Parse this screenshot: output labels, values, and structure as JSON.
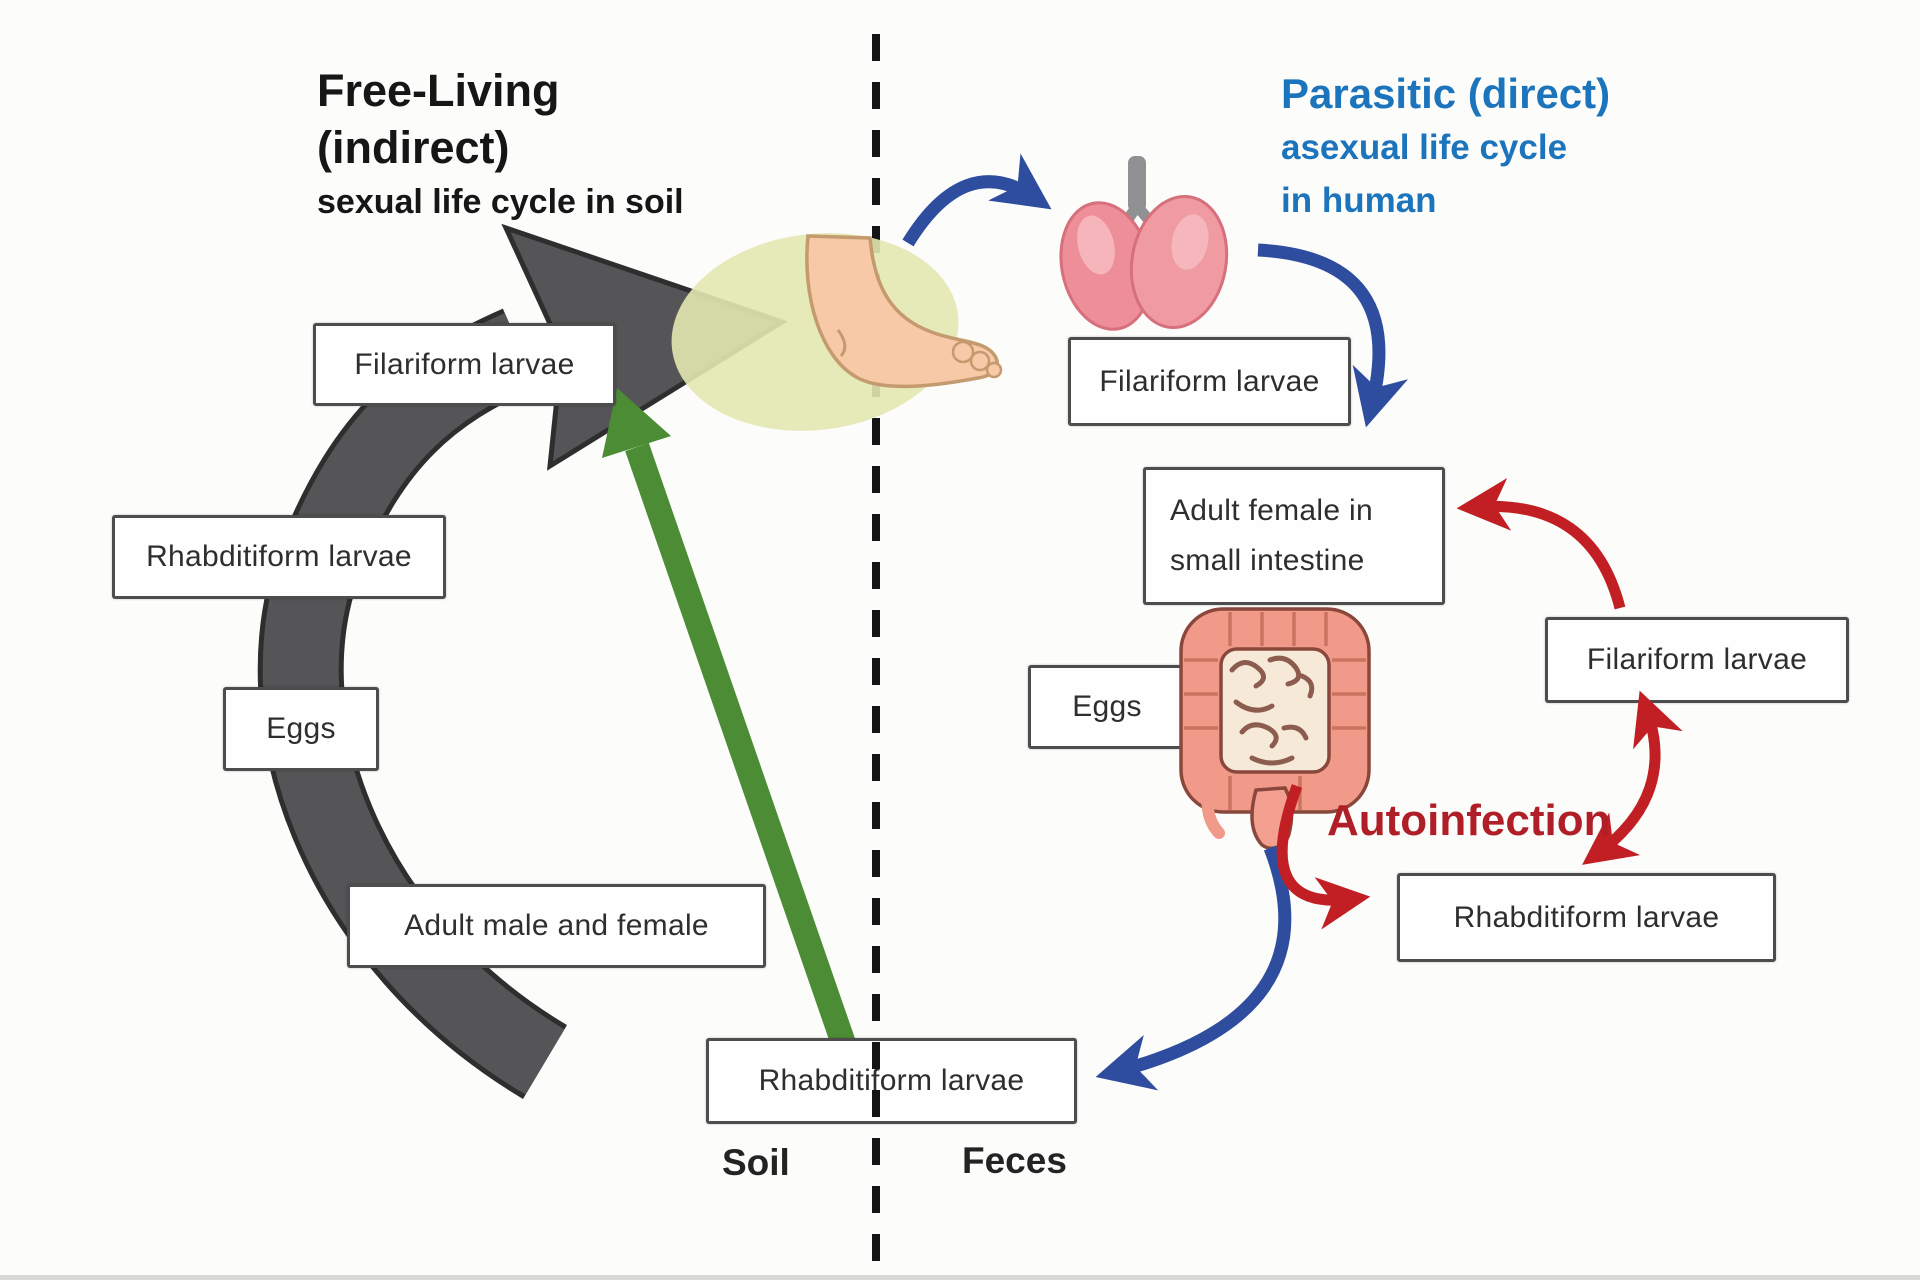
{
  "diagram": {
    "left_cycle": {
      "title_line1": "Free-Living",
      "title_line2": "(indirect)",
      "title_line3": "sexual life cycle in soil",
      "boxes": {
        "filariform": "Filariform larvae",
        "rhabditiform": "Rhabditiform larvae",
        "eggs": "Eggs",
        "adults": "Adult male and female"
      }
    },
    "right_cycle": {
      "title_line1": "Parasitic (direct)",
      "title_line2": "asexual life cycle",
      "title_line3": "in human",
      "boxes": {
        "filariform_lung": "Filariform larvae",
        "adult_female_line1": "Adult female in",
        "adult_female_line2": "small intestine",
        "eggs": "Eggs",
        "filariform_auto": "Filariform larvae",
        "rhabditiform_auto": "Rhabditiform larvae"
      },
      "autoinfection_label": "Autoinfection"
    },
    "shared": {
      "bottom_box": "Rhabditiform larvae",
      "soil_label": "Soil",
      "feces_label": "Feces"
    },
    "icons": [
      "foot-icon",
      "lungs-icon",
      "intestine-icon"
    ],
    "colors": {
      "parasitic_title_blue": "#1c75bc",
      "autoinfection_red": "#b01f28",
      "arrow_red": "#c21f24",
      "arrow_blue": "#2e4d9e",
      "arrow_green": "#4c8c35",
      "arrow_gray": "#555557"
    }
  }
}
